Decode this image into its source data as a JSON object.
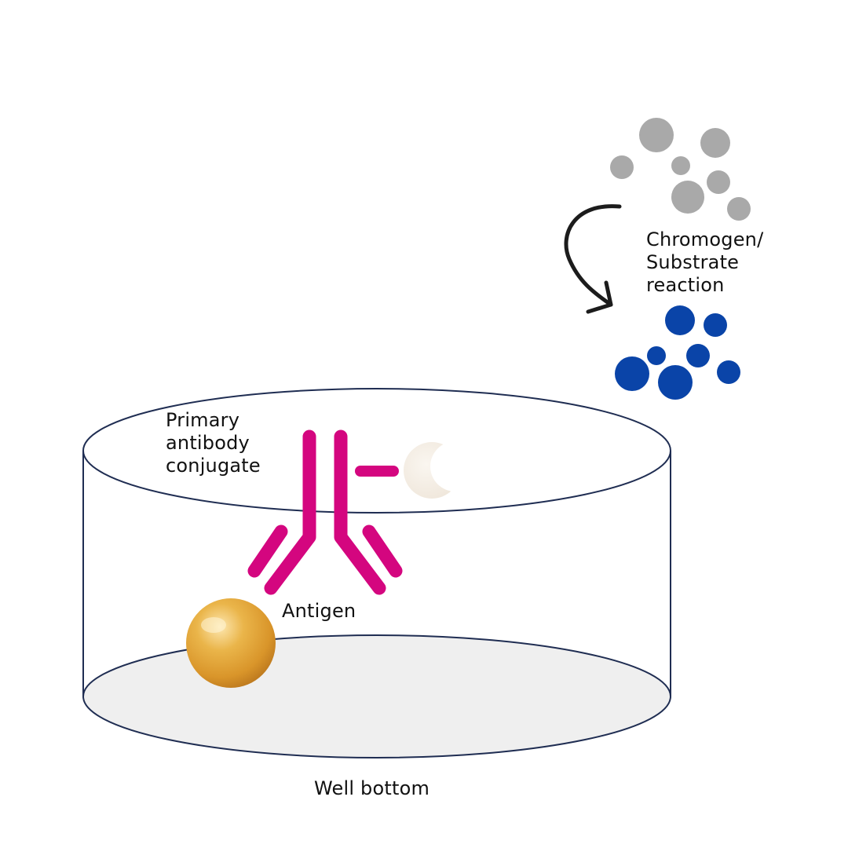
{
  "labels": {
    "primary_antibody": [
      "Primary",
      "antibody",
      "conjugate"
    ],
    "chromogen": [
      "Chromogen/",
      "Substrate",
      "reaction"
    ],
    "antigen": "Antigen",
    "well_bottom": "Well bottom"
  },
  "colors": {
    "antibody": "#d4067f",
    "substrate_gray": "#a9a9a9",
    "product_blue": "#0a44a8",
    "antigen_gold": "#e0a12c",
    "well_outline": "#1f2d52",
    "well_floor": "#efefef",
    "enzyme": "#f4ede4",
    "arrow": "#1c1c1c"
  },
  "icons": {
    "antibody": "antibody-y-shape-icon",
    "enzyme": "crescent-enzyme-icon",
    "antigen": "antigen-sphere-icon",
    "arrow": "curved-arrow-icon"
  }
}
